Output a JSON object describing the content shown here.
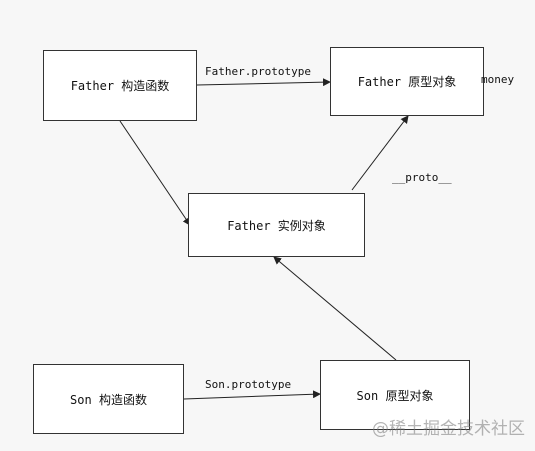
{
  "nodes": {
    "father_ctor": "Father 构造函数",
    "father_proto": "Father 原型对象",
    "father_instance": "Father 实例对象",
    "son_ctor": "Son 构造函数",
    "son_proto": "Son 原型对象"
  },
  "labels": {
    "father_prototype": "Father.prototype",
    "money": "money",
    "proto": "__proto__",
    "son_prototype": "Son.prototype"
  },
  "watermark": "@稀土掘金技术社区",
  "colors": {
    "line": "#222222",
    "box_border": "#333333",
    "background": "#f7f7f7"
  }
}
